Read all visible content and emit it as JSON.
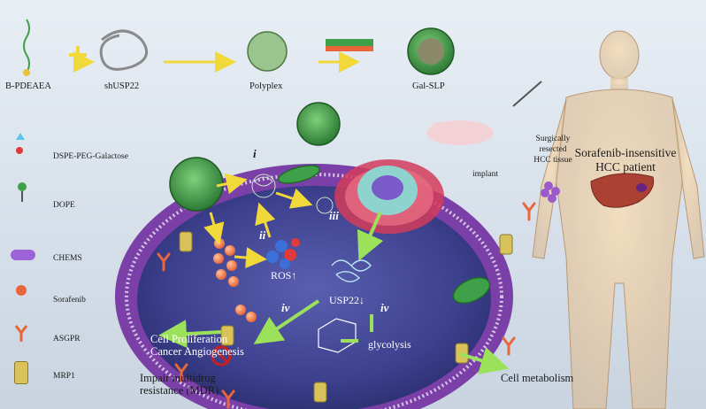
{
  "top_row": {
    "b_pdeaea": "B-PDEAEA",
    "shusp22": "shUSP22",
    "polyplex": "Polyplex",
    "gal_slp": "Gal-SLP"
  },
  "legend": [
    {
      "label": "DSPE-PEG-Galactose",
      "icon": "lipid-galactose-icon"
    },
    {
      "label": "DOPE",
      "icon": "dope-lipid-icon"
    },
    {
      "label": "CHEMS",
      "icon": "chems-icon"
    },
    {
      "label": "Sorafenib",
      "icon": "sorafenib-icon"
    },
    {
      "label": "ASGPR",
      "icon": "asgpr-receptor-icon"
    },
    {
      "label": "MRP1",
      "icon": "mrp1-channel-icon"
    }
  ],
  "cell": {
    "step_i": "i",
    "step_ii": "ii",
    "step_iii": "iii",
    "step_iv_left": "iv",
    "step_iv_right": "iv",
    "ros": "ROS↑",
    "usp22": "USP22↓",
    "glycolysis": "glycolysis",
    "cell_proliferation": "Cell Proliferation",
    "cancer_angiogenesis": "Cancer Angiogenesis",
    "impair_line1": "Impair multidrug",
    "impair_line2": "resistance (MDR)",
    "cell_metabolism": "Cell metabolism"
  },
  "patient": {
    "implant": "implant",
    "resected_line1": "Surgically",
    "resected_line2": "resected",
    "resected_line3": "HCC tissue",
    "title_line1": "Sorafenib-insensitive",
    "title_line2": "HCC patient"
  },
  "colors": {
    "membrane": "#7b3fa8",
    "cytoplasm": "#3a3f86",
    "arrow": "#f1d93a",
    "green_arrow": "#9be25a",
    "nanoparticle": "#3fa04a"
  }
}
